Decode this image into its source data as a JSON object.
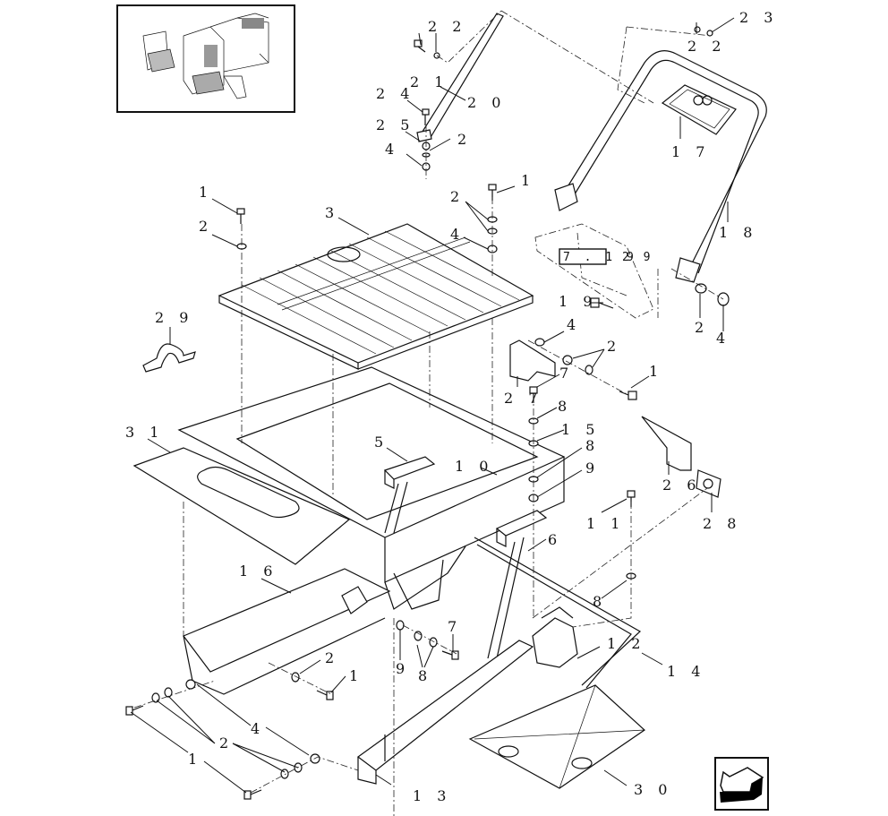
{
  "diagram": {
    "type": "exploded-parts-diagram",
    "overview_thumbnail": "machine-overview",
    "reference_box": {
      "text": "7 . 1 9",
      "note_label": "2 9"
    },
    "navigation_icon": "previous-page-arrow-icon",
    "callouts": [
      {
        "id": "c22a",
        "text": "2 2"
      },
      {
        "id": "c21",
        "text": "2 1"
      },
      {
        "id": "c20",
        "text": "2 0"
      },
      {
        "id": "c24",
        "text": "2 4"
      },
      {
        "id": "c25",
        "text": "2 5"
      },
      {
        "id": "c2a",
        "text": "2"
      },
      {
        "id": "c4a",
        "text": "4"
      },
      {
        "id": "c23",
        "text": "2 3"
      },
      {
        "id": "c22b",
        "text": "2 2"
      },
      {
        "id": "c17",
        "text": "1 7"
      },
      {
        "id": "c18",
        "text": "1 8"
      },
      {
        "id": "c1a",
        "text": "1"
      },
      {
        "id": "c2b",
        "text": "2"
      },
      {
        "id": "c3",
        "text": "3"
      },
      {
        "id": "c1b",
        "text": "1"
      },
      {
        "id": "c2c",
        "text": "2"
      },
      {
        "id": "c4b",
        "text": "4"
      },
      {
        "id": "c19",
        "text": "1 9"
      },
      {
        "id": "c2d",
        "text": "2"
      },
      {
        "id": "c4c",
        "text": "4"
      },
      {
        "id": "c29",
        "text": "2 9"
      },
      {
        "id": "c4d",
        "text": "4"
      },
      {
        "id": "c2e",
        "text": "2"
      },
      {
        "id": "c1c",
        "text": "1"
      },
      {
        "id": "c27a",
        "text": "2 7"
      },
      {
        "id": "c7a",
        "text": "7"
      },
      {
        "id": "c8a",
        "text": "8"
      },
      {
        "id": "c15",
        "text": "1 5"
      },
      {
        "id": "c8b",
        "text": "8"
      },
      {
        "id": "c9a",
        "text": "9"
      },
      {
        "id": "c31",
        "text": "3 1"
      },
      {
        "id": "c5",
        "text": "5"
      },
      {
        "id": "c10",
        "text": "1 0"
      },
      {
        "id": "c26",
        "text": "2 6"
      },
      {
        "id": "c28",
        "text": "2 8"
      },
      {
        "id": "c11",
        "text": "1 1"
      },
      {
        "id": "c6",
        "text": "6"
      },
      {
        "id": "c8c",
        "text": "8"
      },
      {
        "id": "c16",
        "text": "1 6"
      },
      {
        "id": "c2f",
        "text": "2"
      },
      {
        "id": "c1d",
        "text": "1"
      },
      {
        "id": "c9b",
        "text": "9"
      },
      {
        "id": "c8d",
        "text": "8"
      },
      {
        "id": "c7b",
        "text": "7"
      },
      {
        "id": "c12",
        "text": "1 2"
      },
      {
        "id": "c14",
        "text": "1 4"
      },
      {
        "id": "c4e",
        "text": "4"
      },
      {
        "id": "c2g",
        "text": "2"
      },
      {
        "id": "c1e",
        "text": "1"
      },
      {
        "id": "c13",
        "text": "1 3"
      },
      {
        "id": "c30",
        "text": "3 0"
      }
    ]
  }
}
